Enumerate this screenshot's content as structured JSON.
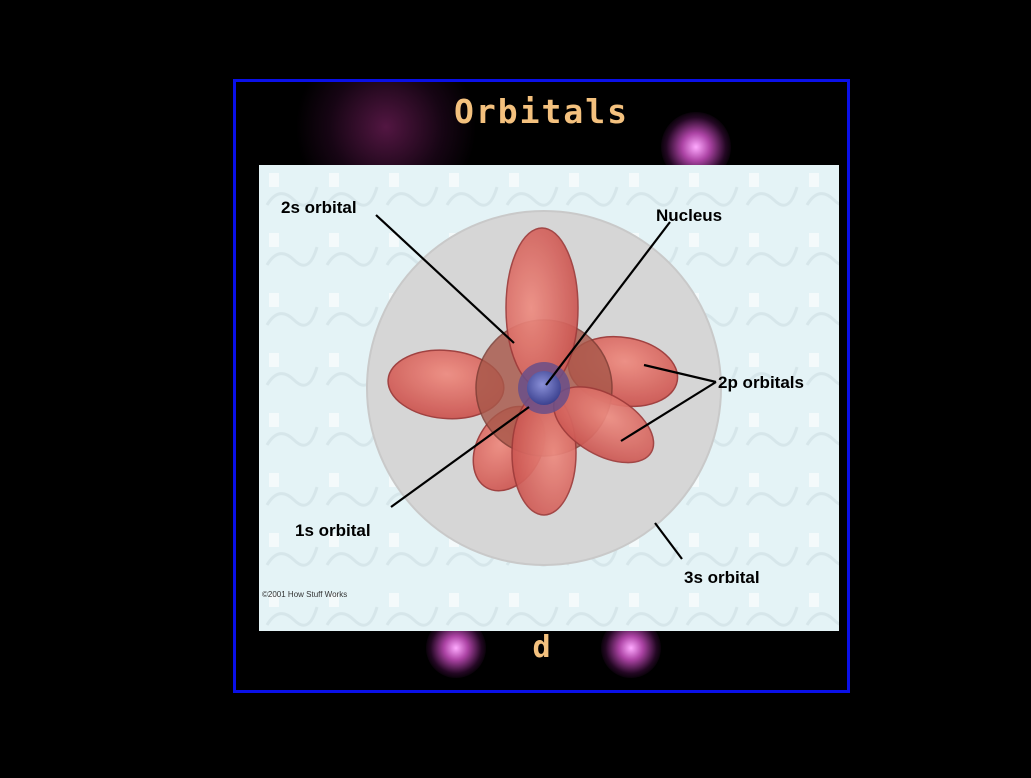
{
  "slide": {
    "title": "Orbitals",
    "caption": "d"
  },
  "diagram": {
    "labels": {
      "orbital_2s": "2s orbital",
      "nucleus": "Nucleus",
      "orbital_2p": "2p orbitals",
      "orbital_1s": "1s orbital",
      "orbital_3s": "3s orbital"
    },
    "copyright": "©2001 How Stuff Works"
  },
  "colors": {
    "frame_border": "#0a10e8",
    "title_text": "#f4c17e",
    "background": "#000000",
    "panel_background": "#e4f3f6",
    "lobe_fill": "#d9605a",
    "nucleus_fill": "#5a62b8"
  }
}
